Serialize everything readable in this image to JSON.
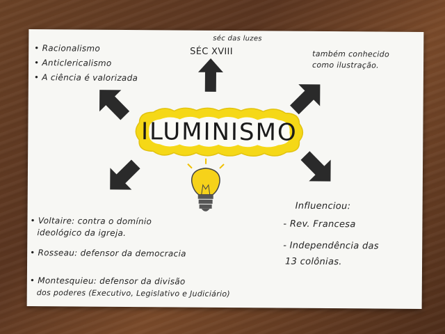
{
  "title": "ILUMINISMO",
  "top_note_small": "séc das luzes",
  "top_note": "SÉC XVIII",
  "top_right_note": [
    "também conhecido",
    "como ilustração."
  ],
  "top_left_list": [
    "Racionalismo",
    "Anticlericalismo",
    "A ciência é valorizada"
  ],
  "influence_heading": "Influenciou:",
  "influence_items": [
    "- Rev. Francesa",
    "- Independência das",
    "13 colônias."
  ],
  "thinkers": {
    "voltaire": [
      "Voltaire: contra o domínio",
      "ideológico da igreja."
    ],
    "rousseau": "Rosseau: defensor da democracia",
    "montesquieu": [
      "Montesquieu: defensor da divisão",
      "dos poderes (Executivo, Legislativo e Judiciário)"
    ]
  },
  "colors": {
    "cloud_fill": "#f5d817",
    "arrow": "#2a2a2a",
    "bulb": "#f6d21a",
    "paper": "#f7f7f4"
  },
  "icons": [
    "lightbulb-icon",
    "arrow-up-icon",
    "arrow-up-left-icon",
    "arrow-up-right-icon",
    "arrow-down-left-icon",
    "arrow-down-right-icon"
  ]
}
